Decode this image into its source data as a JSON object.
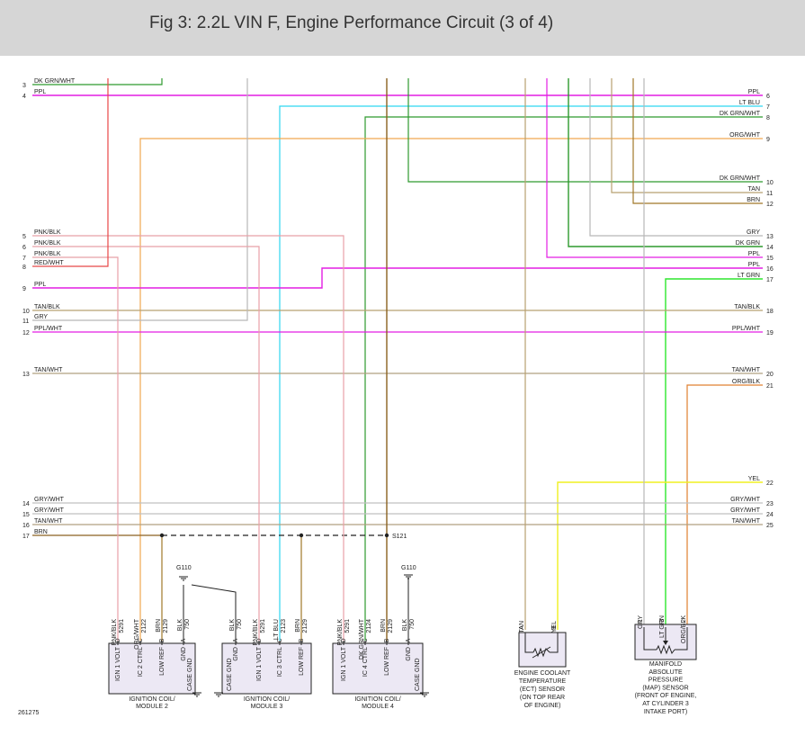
{
  "header": {
    "title": "Fig 3: 2.2L VIN F, Engine Performance Circuit (3 of 4)"
  },
  "colors": {
    "PPL": "#e31ee3",
    "LTBLU": "#2ed6f0",
    "DKGRN": "#2e9a2e",
    "ORG": "#f0a850",
    "TAN": "#b8a070",
    "BRN": "#a07828",
    "GRY": "#b8b8b8",
    "PNK": "#e8a0a8",
    "RED": "#e84848",
    "LTGRN": "#2ee62e",
    "YEL": "#f0f020",
    "ORGBLK": "#e08030",
    "TANWHT": "#b0a080",
    "GRYWHT": "#c0c0c0",
    "BRNBLK": "#8a6020"
  },
  "left_labels": [
    {
      "pin": "3",
      "text": "DK GRN/WHT"
    },
    {
      "pin": "4",
      "text": "PPL"
    },
    {
      "pin": "5",
      "text": "PNK/BLK"
    },
    {
      "pin": "6",
      "text": "PNK/BLK"
    },
    {
      "pin": "7",
      "text": "PNK/BLK"
    },
    {
      "pin": "8",
      "text": "RED/WHT"
    },
    {
      "pin": "9",
      "text": "PPL"
    },
    {
      "pin": "10",
      "text": "TAN/BLK"
    },
    {
      "pin": "11",
      "text": "GRY"
    },
    {
      "pin": "12",
      "text": "PPL/WHT"
    },
    {
      "pin": "13",
      "text": "TAN/WHT"
    },
    {
      "pin": "14",
      "text": "GRY/WHT"
    },
    {
      "pin": "15",
      "text": "GRY/WHT"
    },
    {
      "pin": "16",
      "text": "TAN/WHT"
    },
    {
      "pin": "17",
      "text": "BRN"
    }
  ],
  "right_labels": [
    {
      "pin": "6",
      "text": "PPL"
    },
    {
      "pin": "7",
      "text": "LT BLU"
    },
    {
      "pin": "8",
      "text": "DK GRN/WHT"
    },
    {
      "pin": "9",
      "text": "ORG/WHT"
    },
    {
      "pin": "10",
      "text": "DK GRN/WHT"
    },
    {
      "pin": "11",
      "text": "TAN"
    },
    {
      "pin": "12",
      "text": "BRN"
    },
    {
      "pin": "13",
      "text": "GRY"
    },
    {
      "pin": "14",
      "text": "DK GRN"
    },
    {
      "pin": "15",
      "text": "PPL"
    },
    {
      "pin": "16",
      "text": "PPL"
    },
    {
      "pin": "17",
      "text": "LT GRN"
    },
    {
      "pin": "18",
      "text": "TAN/BLK"
    },
    {
      "pin": "19",
      "text": "PPL/WHT"
    },
    {
      "pin": "20",
      "text": "TAN/WHT"
    },
    {
      "pin": "21",
      "text": "ORG/BLK"
    },
    {
      "pin": "22",
      "text": "YEL"
    },
    {
      "pin": "23",
      "text": "GRY/WHT"
    },
    {
      "pin": "24",
      "text": "GRY/WHT"
    },
    {
      "pin": "25",
      "text": "TAN/WHT"
    }
  ],
  "splice": {
    "label": "S121"
  },
  "grounds": [
    {
      "label": "G110"
    },
    {
      "label": "G110"
    }
  ],
  "modules": [
    {
      "name": "IGNITION COIL/ MODULE 2",
      "pins": [
        {
          "letter": "D",
          "func": "IGN 1 VOLT",
          "color": "PNK/BLK",
          "circuit": "5291"
        },
        {
          "letter": "C",
          "func": "IC 2 CTRL",
          "color": "ORG/WHT",
          "circuit": "2122"
        },
        {
          "letter": "B",
          "func": "LOW REF",
          "color": "BRN",
          "circuit": "2129"
        },
        {
          "letter": "A",
          "func": "GND",
          "color": "BLK",
          "circuit": "750"
        }
      ],
      "case": "CASE GND"
    },
    {
      "name": "IGNITION COIL/ MODULE 3",
      "pins": [
        {
          "letter": "A",
          "func": "GND",
          "color": "BLK",
          "circuit": "750"
        },
        {
          "letter": "D",
          "func": "IGN 1 VOLT",
          "color": "PNK/BLK",
          "circuit": "5291"
        },
        {
          "letter": "C",
          "func": "IC 3 CTRL",
          "color": "LT BLU",
          "circuit": "2123"
        },
        {
          "letter": "B",
          "func": "LOW REF",
          "color": "BRN",
          "circuit": "2129"
        }
      ],
      "case": "CASE GND"
    },
    {
      "name": "IGNITION COIL/ MODULE 4",
      "pins": [
        {
          "letter": "D",
          "func": "IGN 1 VOLT",
          "color": "PNK/BLK",
          "circuit": "5291"
        },
        {
          "letter": "C",
          "func": "IC 4 CTRL",
          "color": "DK GRN/WHT",
          "circuit": "2124"
        },
        {
          "letter": "B",
          "func": "LOW REF",
          "color": "BRN",
          "circuit": "2129"
        },
        {
          "letter": "A",
          "func": "GND",
          "color": "BLK",
          "circuit": "750"
        }
      ],
      "case": "CASE GND"
    }
  ],
  "ect_sensor": {
    "name": "ENGINE COOLANT TEMPERATURE (ECT) SENSOR (ON TOP REAR OF ENGINE)",
    "pins": [
      {
        "letter": "A",
        "color": "TAN"
      },
      {
        "letter": "B",
        "color": "YEL"
      }
    ]
  },
  "map_sensor": {
    "name": "MANIFOLD ABSOLUTE PRESSURE (MAP) SENSOR (FRONT OF ENGINE, AT CYLINDER 3 INTAKE PORT)",
    "pins": [
      {
        "letter": "1",
        "color": "GRY"
      },
      {
        "letter": "3",
        "color": "LT GRN"
      },
      {
        "letter": "2",
        "color": "ORG/BLK"
      }
    ]
  },
  "figure_id": "261275"
}
